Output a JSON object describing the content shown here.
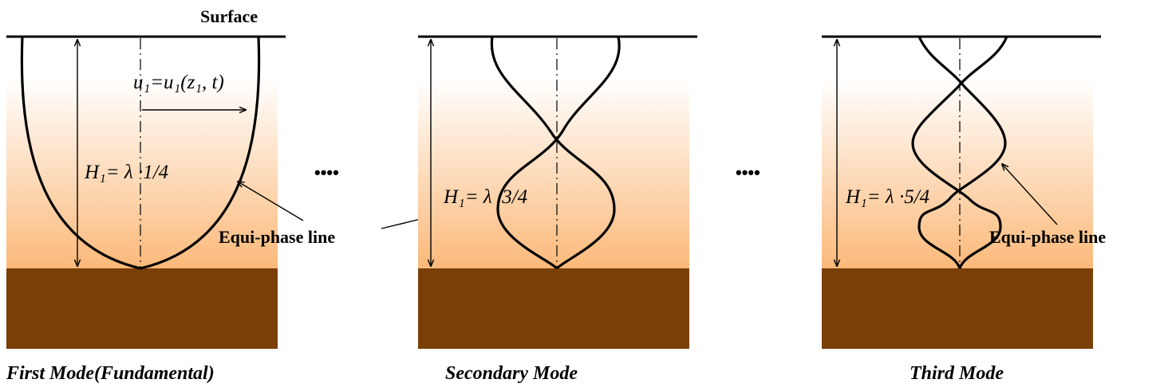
{
  "colors": {
    "soil_top": "#FFFFFF",
    "soil_bottom": "#FBB97A",
    "bedrock": "#7A3F07",
    "line": "#000000"
  },
  "surface_label": "Surface",
  "ellipsis": "••••",
  "equi_phase_label": "Equi-phase line",
  "displacement_label": "u₁=u₁(z₁, t)",
  "modes": [
    {
      "name": "First Mode(Fundamental)",
      "thickness_label": "H₁= λ ·1/4",
      "quarter_wavelengths": 1
    },
    {
      "name": "Secondary Mode",
      "thickness_label": "H₁= λ ·3/4",
      "quarter_wavelengths": 3
    },
    {
      "name": "Third Mode",
      "thickness_label": "H₁= λ ·5/4",
      "quarter_wavelengths": 5
    }
  ]
}
